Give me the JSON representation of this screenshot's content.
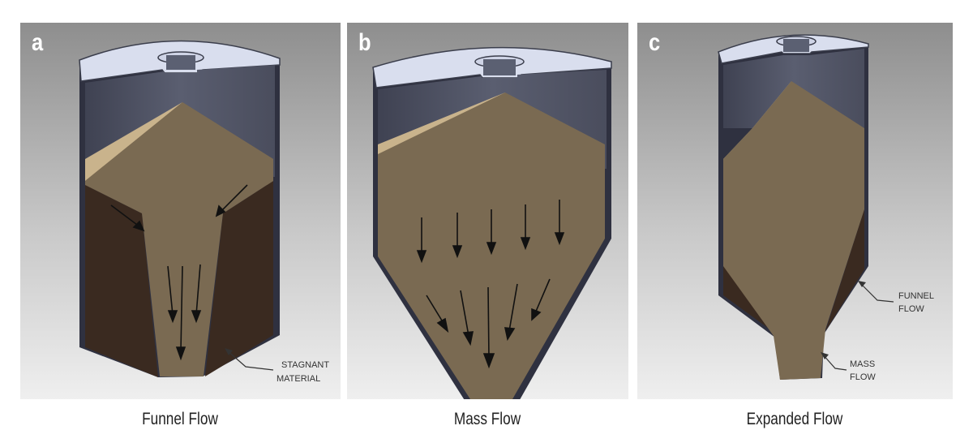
{
  "figure": {
    "panels": [
      {
        "id": "a",
        "letter": "a",
        "caption": "Funnel Flow",
        "annotations": [
          {
            "line1": "STAGNANT",
            "line2": "MATERIAL"
          }
        ]
      },
      {
        "id": "b",
        "letter": "b",
        "caption": "Mass Flow",
        "annotations": []
      },
      {
        "id": "c",
        "letter": "c",
        "caption": "Expanded Flow",
        "annotations": [
          {
            "line1": "FUNNEL",
            "line2": "FLOW"
          },
          {
            "line1": "MASS",
            "line2": "FLOW"
          }
        ]
      }
    ],
    "colors": {
      "background_top": "#8f8f8f",
      "background_bottom": "#eeeeee",
      "silo_lid": "#d9deee",
      "silo_interior": "#4b4f60",
      "silo_wall": "#2f3140",
      "flowing_material": "#7a6a52",
      "stagnant_material": "#3a2a20",
      "sand_highlight": "#c9b38c",
      "arrow": "#111111"
    }
  }
}
